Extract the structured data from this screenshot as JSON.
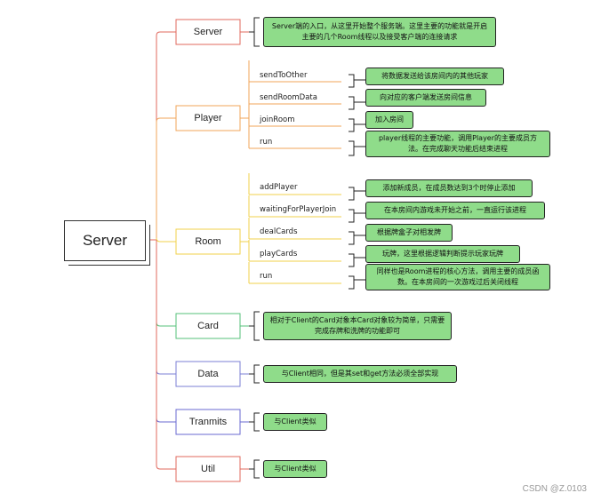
{
  "root": {
    "label": "Server"
  },
  "categories": {
    "server": {
      "label": "Server",
      "color": "#e0685e",
      "note": "Server端的入口，从这里开始整个服务端。这里主要的功能就是开启主要的几个Room线程以及接受客户端的连接请求"
    },
    "player": {
      "label": "Player",
      "color": "#f0a55a",
      "items": [
        {
          "label": "sendToOther",
          "note": "将数据发送给该房间内的其他玩家"
        },
        {
          "label": "sendRoomData",
          "note": "向对应的客户端发送房间信息"
        },
        {
          "label": "joinRoom",
          "note": "加入房间"
        },
        {
          "label": "run",
          "note": "player线程的主要功能，调用Player的主要成员方法。在完成聊天功能后结束进程"
        }
      ]
    },
    "room": {
      "label": "Room",
      "color": "#f2d24b",
      "items": [
        {
          "label": "addPlayer",
          "note": "添加新成员，在成员数达到3个时停止添加"
        },
        {
          "label": "waitingForPlayerJoin",
          "note": "在本房间内游戏未开始之前，一直运行该进程"
        },
        {
          "label": "dealCards",
          "note": "根据牌盒子对相发牌"
        },
        {
          "label": "playCards",
          "note": "玩牌，这里根据逻辑判断提示玩家玩牌"
        },
        {
          "label": "run",
          "note": "同样也是Room进程的核心方法，调用主要的成员函数。在本房间的一次游戏过后关闭线程"
        }
      ]
    },
    "card": {
      "label": "Card",
      "color": "#56c07a",
      "note": "相对于Client的Card对象本Card对象较为简单，只需要完成存牌和洗牌的功能即可"
    },
    "data": {
      "label": "Data",
      "color": "#7b7fd6",
      "note": "与Client相同，但是其set和get方法必须全部实现"
    },
    "tranmits": {
      "label": "Tranmits",
      "color": "#6a6ad0",
      "note": "与Client类似"
    },
    "util": {
      "label": "Util",
      "color": "#e0685e",
      "note": "与Client类似"
    }
  },
  "watermark": "CSDN @Z.0103"
}
